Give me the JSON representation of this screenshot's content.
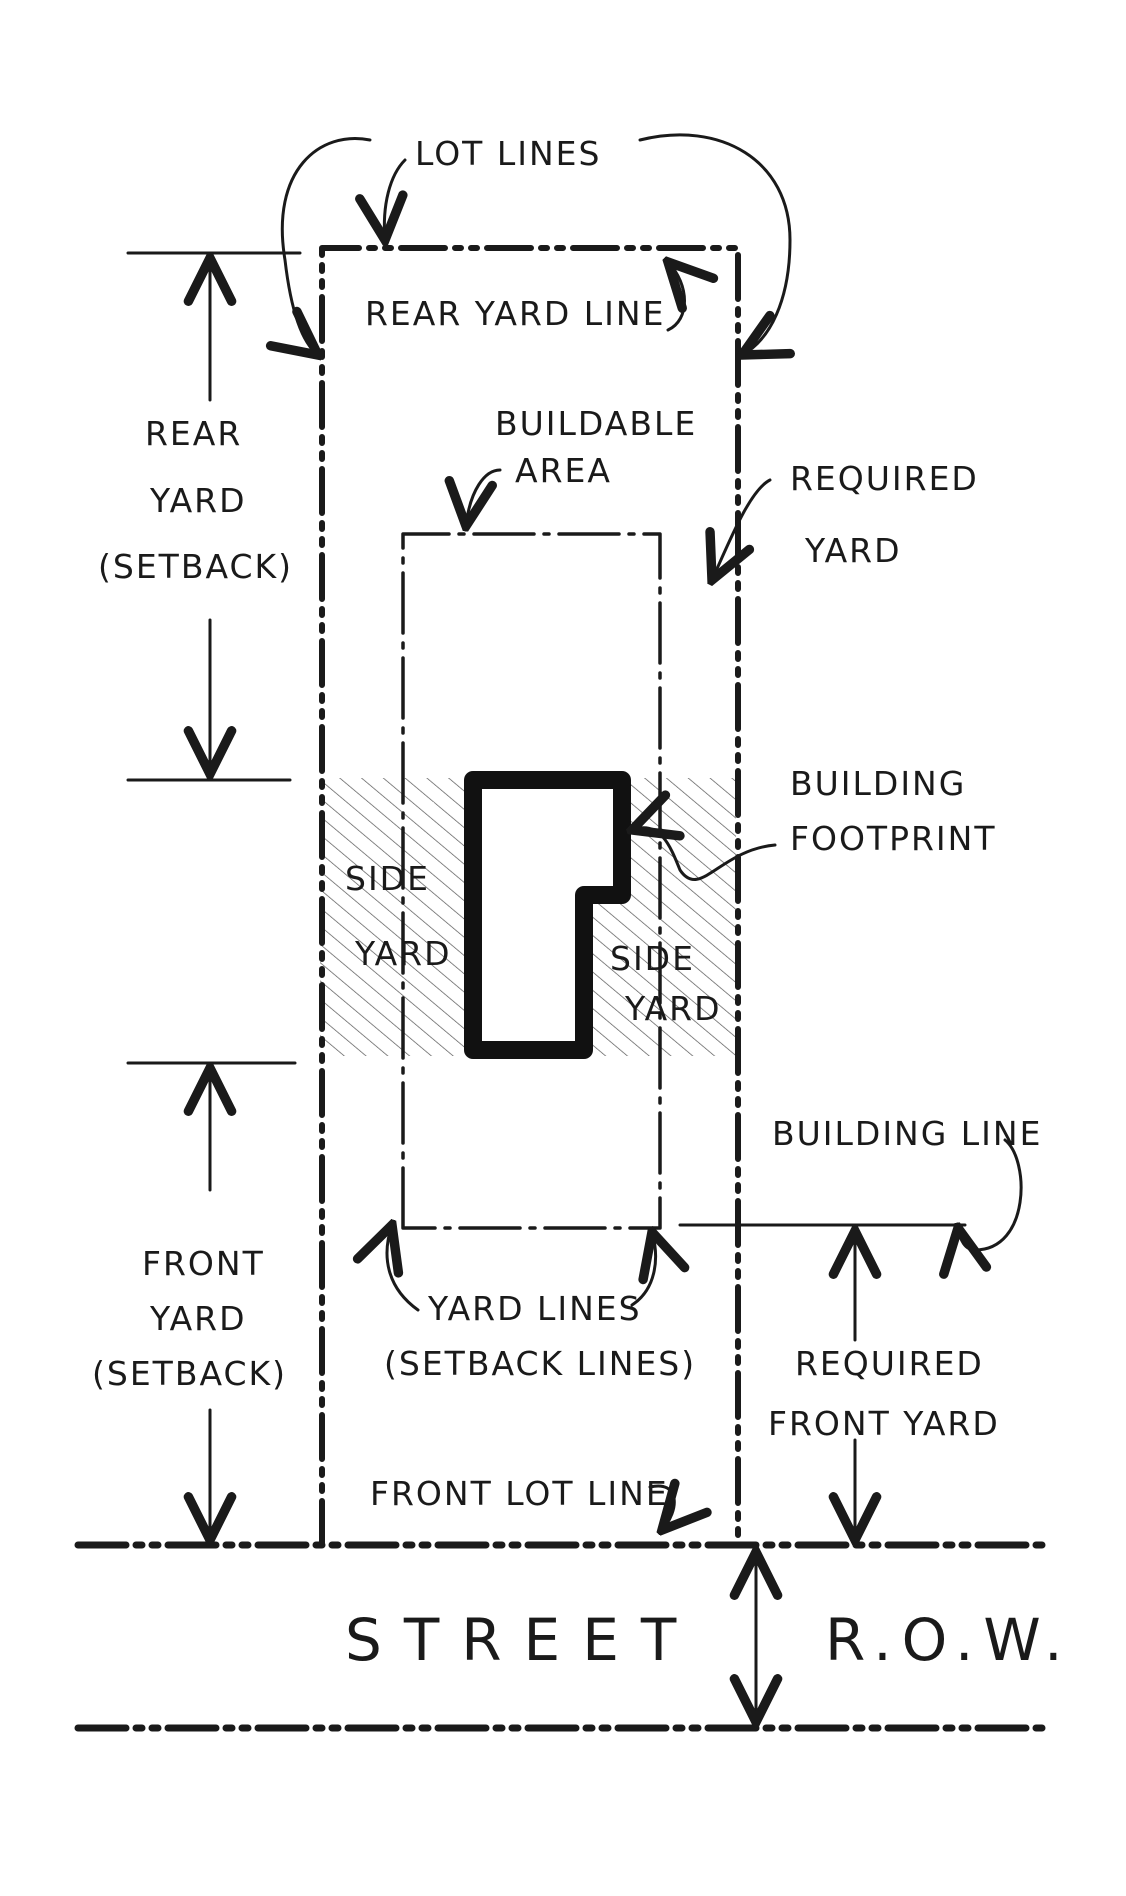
{
  "labels": {
    "lot_lines": "LOT LINES",
    "rear_yard_line": "REAR YARD LINE",
    "buildable_area_1": "BUILDABLE",
    "buildable_area_2": "AREA",
    "required_yard_1": "REQUIRED",
    "required_yard_2": "YARD",
    "rear_yard_1": "REAR",
    "rear_yard_2": "YARD",
    "rear_yard_3": "(SETBACK)",
    "building_footprint_1": "BUILDING",
    "building_footprint_2": "FOOTPRINT",
    "side_yard_left_1": "SIDE",
    "side_yard_left_2": "YARD",
    "side_yard_right_1": "SIDE",
    "side_yard_right_2": "YARD",
    "building_line": "BUILDING LINE",
    "front_yard_1": "FRONT",
    "front_yard_2": "YARD",
    "front_yard_3": "(SETBACK)",
    "yard_lines_1": "YARD LINES",
    "yard_lines_2": "(SETBACK LINES)",
    "required_front_yard_1": "REQUIRED",
    "required_front_yard_2": "FRONT YARD",
    "front_lot_line": "FRONT LOT LINE",
    "street": "STREET",
    "row": "R.O.W."
  }
}
